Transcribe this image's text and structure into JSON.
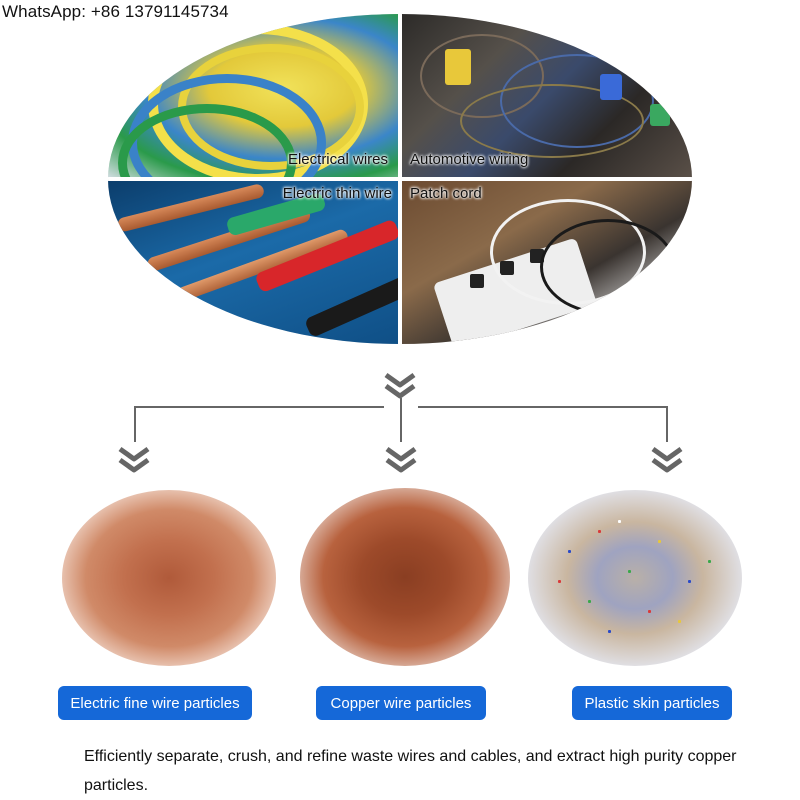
{
  "header": {
    "contact": "WhatsApp: +86 13791145734"
  },
  "collage": {
    "labels": {
      "electrical_wires": "Electrical wires",
      "automotive_wiring": "Automotive wiring",
      "electric_thin_wire": "Electric thin wire",
      "patch_cord": "Patch cord"
    }
  },
  "flow": {
    "icon": "double-chevron-down-icon",
    "color": "#666666"
  },
  "products": [
    {
      "label": "Electric fine wire particles"
    },
    {
      "label": "Copper wire particles"
    },
    {
      "label": "Plastic skin particles"
    }
  ],
  "colors": {
    "label_bg": "#1568d8",
    "label_text": "#ffffff"
  },
  "caption": "Efficiently separate, crush, and refine waste wires and cables, and extract high purity copper particles."
}
